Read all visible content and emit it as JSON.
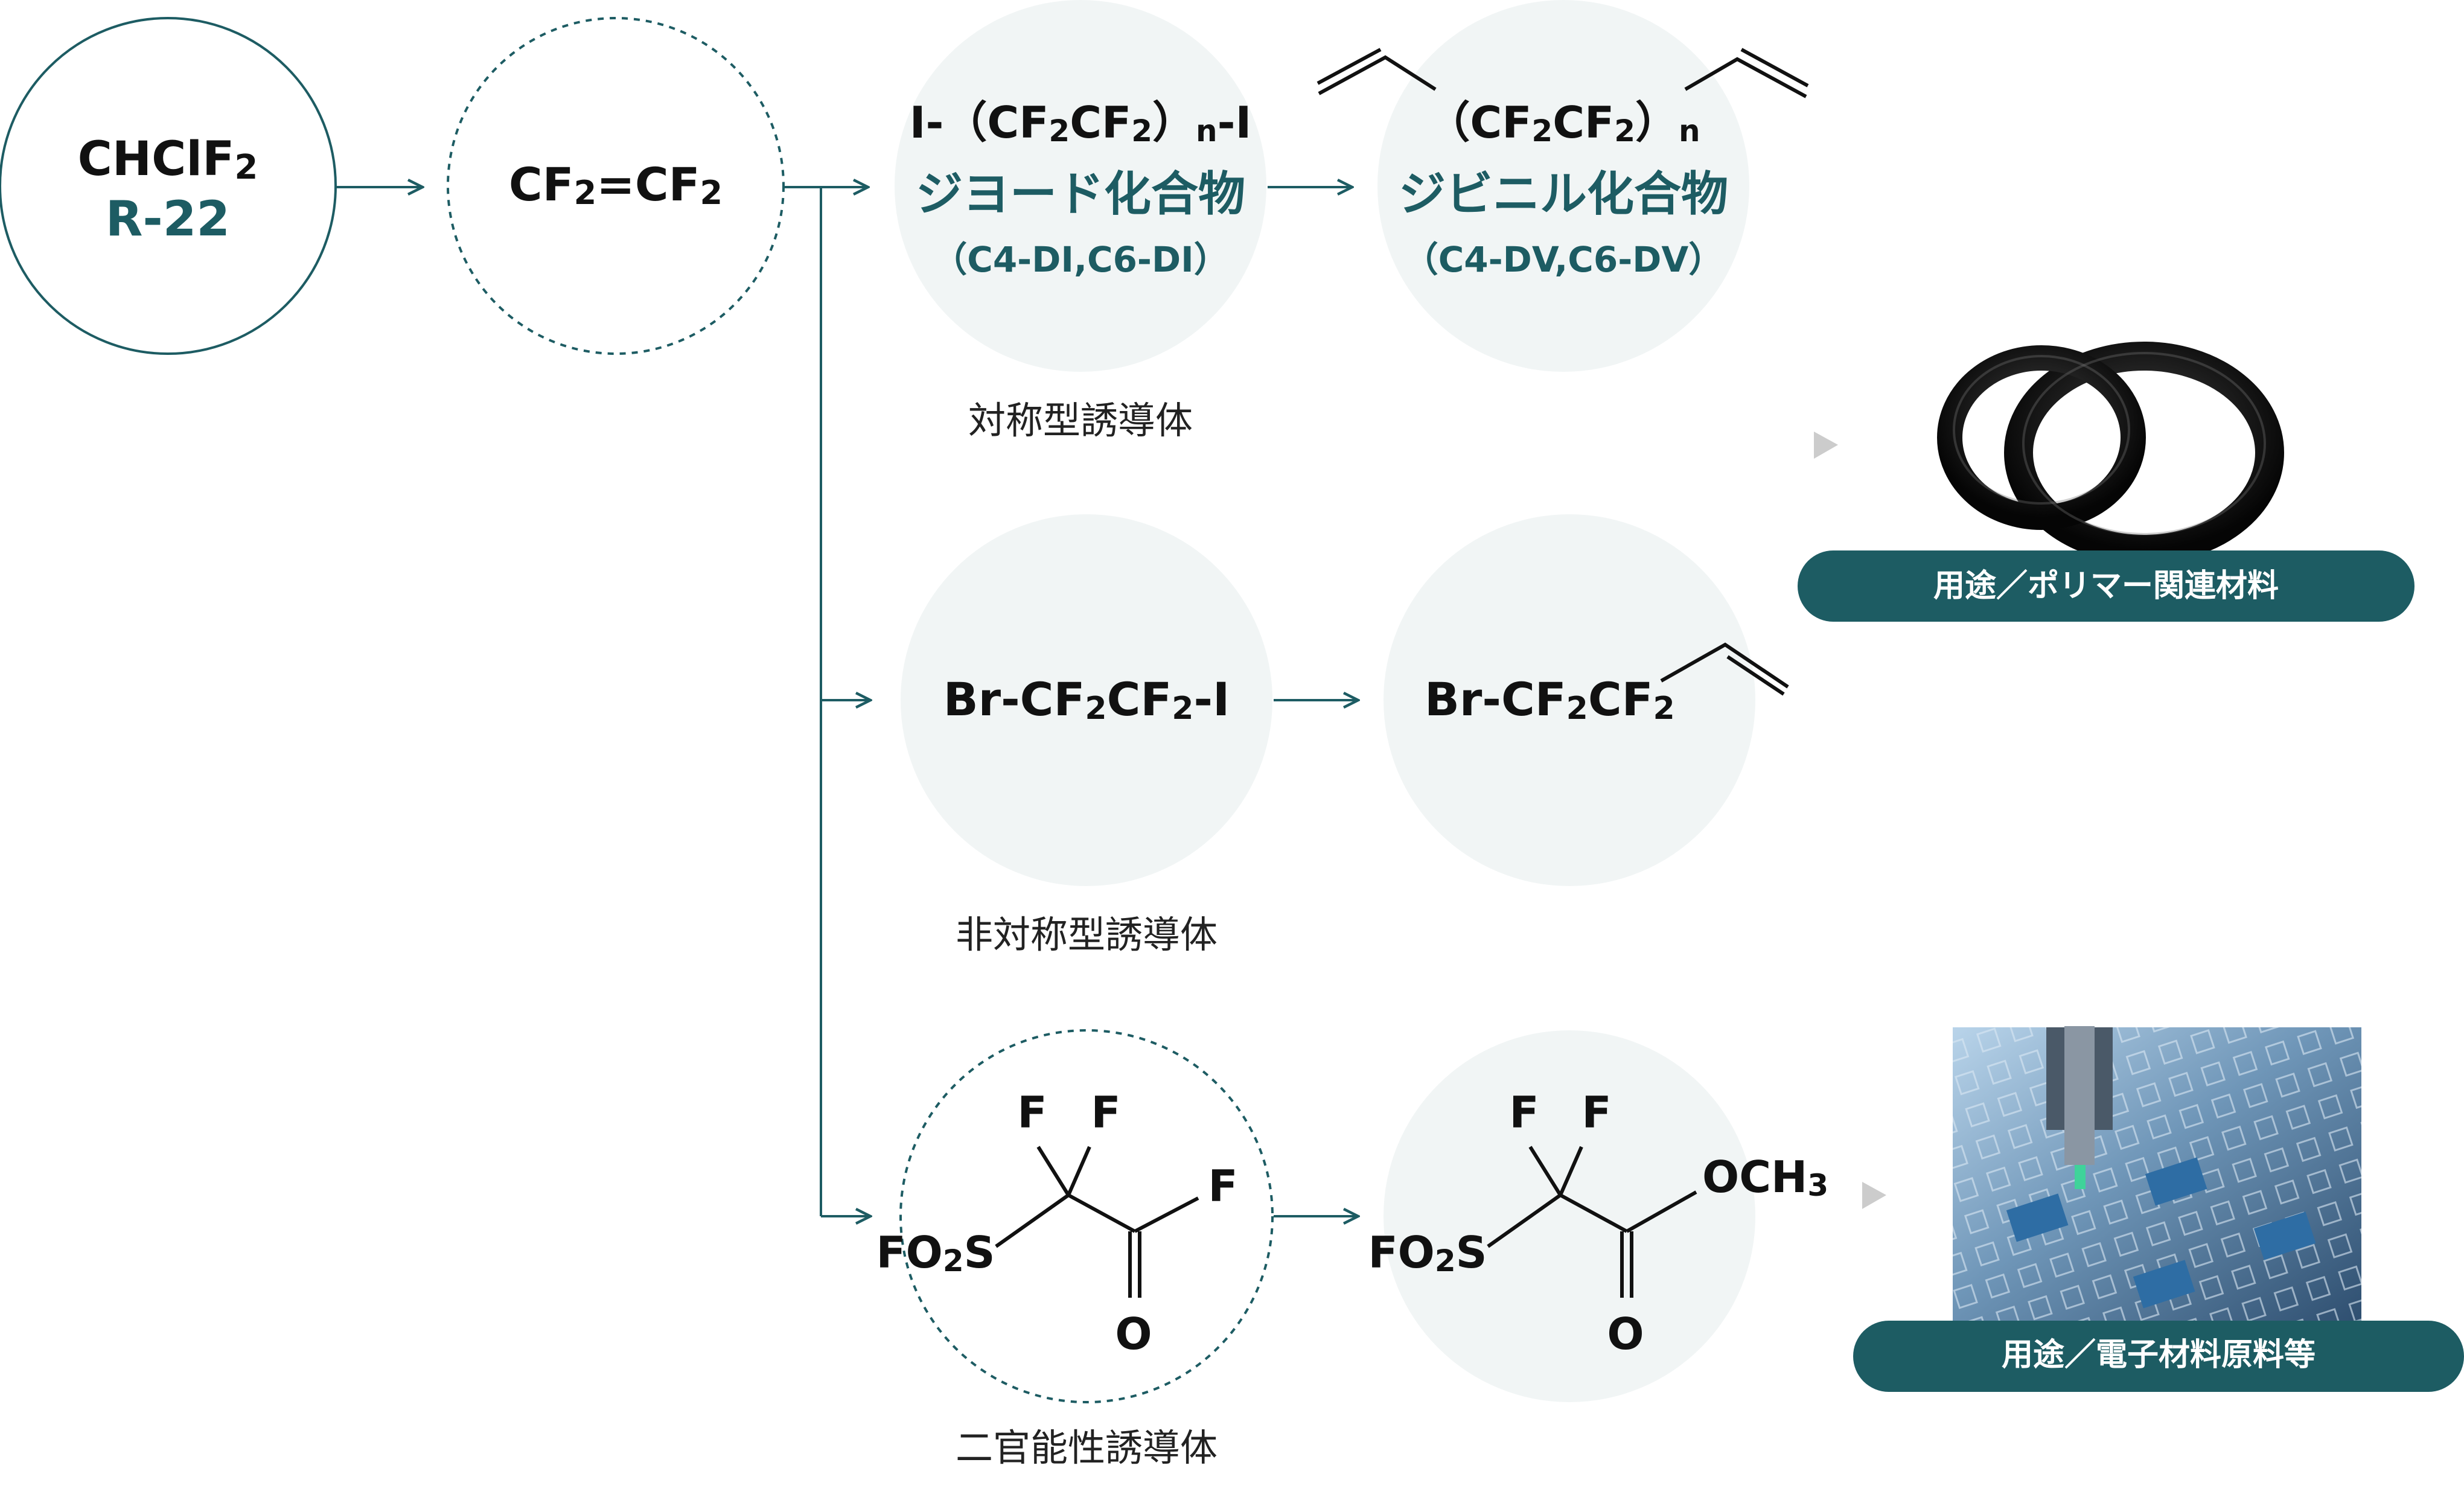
{
  "colors": {
    "teal": "#1d5c63",
    "bubble": "#f1f5f5",
    "arrow": "#1d5c63",
    "ink": "#111111",
    "caption": "#222222",
    "badge": "#1d5c63",
    "pointer": "#cccccc"
  },
  "nodes": {
    "r22": {
      "line1": "CHClF",
      "sub1": "2",
      "line2": "R-22"
    },
    "tfe": {
      "a": "CF",
      "a_sub": "2",
      "b": "=CF",
      "b_sub": "2"
    },
    "diiodo": {
      "formula_parts": [
        "I-（CF",
        "2",
        "CF",
        "2",
        "）",
        "n",
        "-I"
      ],
      "name": "ジヨード化合物",
      "codes": "（C4-DI,C6-DI）"
    },
    "divinyl": {
      "formula_parts": [
        "（CF",
        "2",
        "CF",
        "2",
        "）",
        "n"
      ],
      "name": "ジビニル化合物",
      "codes": "（C4-DV,C6-DV）"
    },
    "bromoiodo": {
      "formula_parts": [
        "Br-CF",
        "2",
        "CF",
        "2",
        "-I"
      ]
    },
    "bromovinyl": {
      "formula_parts": [
        "Br-CF",
        "2",
        "CF",
        "2"
      ]
    },
    "acyl_fluoride": {
      "f1": "F",
      "f2": "F",
      "f3": "F",
      "group": "FO",
      "group_sub": "2",
      "group_end": "S",
      "o": "O"
    },
    "ester": {
      "f1": "F",
      "f2": "F",
      "ome": "OCH",
      "ome_sub": "3",
      "group": "FO",
      "group_sub": "2",
      "group_end": "S",
      "o": "O"
    }
  },
  "captions": {
    "symmetric": "対称型誘導体",
    "asymmetric": "非対称型誘導体",
    "bifunctional": "二官能性誘導体"
  },
  "badges": {
    "polymer": "用途／ポリマー関連材料",
    "electronic": "用途／電子材料原料等"
  },
  "photos": {
    "polymer": "o-ring-photo",
    "electronic": "semiconductor-photo"
  }
}
